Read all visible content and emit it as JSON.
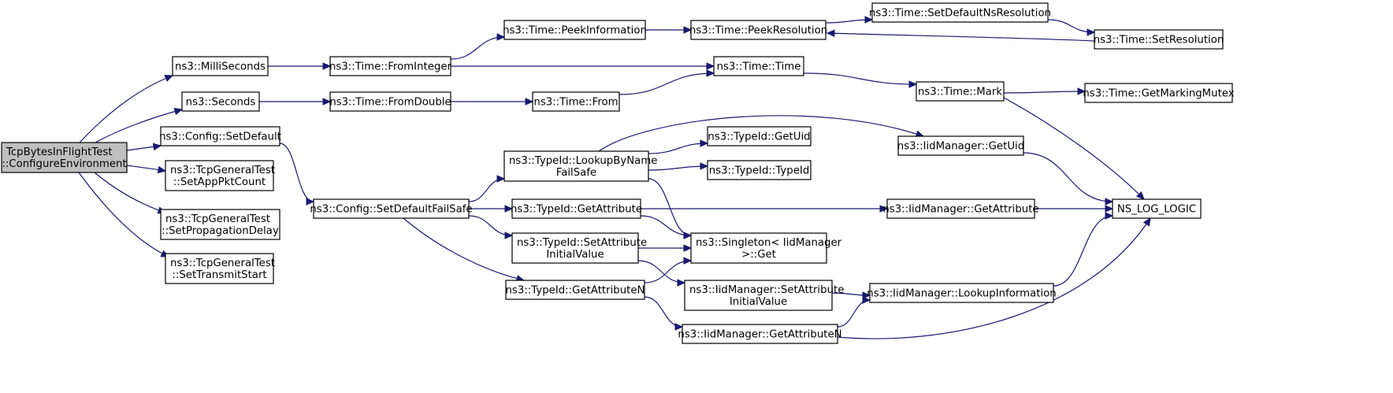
{
  "diagram": {
    "type": "call-graph",
    "colors": {
      "edge": "#191970",
      "node_border": "#000000",
      "node_fill": "#ffffff",
      "root_fill": "#bfbfbf"
    },
    "nodes": [
      {
        "id": "root",
        "lines": [
          "TcpBytesInFlightTest",
          "::ConfigureEnvironment"
        ],
        "root": true
      },
      {
        "id": "milli",
        "lines": [
          "ns3::MilliSeconds"
        ]
      },
      {
        "id": "seconds",
        "lines": [
          "ns3::Seconds"
        ]
      },
      {
        "id": "cfg_setdefault",
        "lines": [
          "ns3::Config::SetDefault"
        ]
      },
      {
        "id": "setapppkt",
        "lines": [
          "ns3::TcpGeneralTest",
          "::SetAppPktCount"
        ]
      },
      {
        "id": "setprop",
        "lines": [
          "ns3::TcpGeneralTest",
          "::SetPropagationDelay"
        ]
      },
      {
        "id": "settransmit",
        "lines": [
          "ns3::TcpGeneralTest",
          "::SetTransmitStart"
        ]
      },
      {
        "id": "frominteger",
        "lines": [
          "ns3::Time::FromInteger"
        ]
      },
      {
        "id": "fromdouble",
        "lines": [
          "ns3::Time::FromDouble"
        ]
      },
      {
        "id": "cfg_failsafe",
        "lines": [
          "ns3::Config::SetDefaultFailSafe"
        ]
      },
      {
        "id": "peekinfo",
        "lines": [
          "ns3::Time::PeekInformation"
        ]
      },
      {
        "id": "from",
        "lines": [
          "ns3::Time::From"
        ]
      },
      {
        "id": "lookupbyname",
        "lines": [
          "ns3::TypeId::LookupByName",
          "FailSafe"
        ]
      },
      {
        "id": "typeid_getattr",
        "lines": [
          "ns3::TypeId::GetAttribute"
        ]
      },
      {
        "id": "typeid_setattr",
        "lines": [
          "ns3::TypeId::SetAttribute",
          "InitialValue"
        ]
      },
      {
        "id": "typeid_getattrn",
        "lines": [
          "ns3::TypeId::GetAttributeN"
        ]
      },
      {
        "id": "peekres",
        "lines": [
          "ns3::Time::PeekResolution"
        ]
      },
      {
        "id": "time_time",
        "lines": [
          "ns3::Time::Time"
        ]
      },
      {
        "id": "typeid_getuid",
        "lines": [
          "ns3::TypeId::GetUid"
        ]
      },
      {
        "id": "typeid_typeid",
        "lines": [
          "ns3::TypeId::TypeId"
        ]
      },
      {
        "id": "singleton",
        "lines": [
          "ns3::Singleton< IidManager",
          ">::Get"
        ]
      },
      {
        "id": "iid_setattr",
        "lines": [
          "ns3::IidManager::SetAttribute",
          "InitialValue"
        ]
      },
      {
        "id": "iid_getattrn",
        "lines": [
          "ns3::IidManager::GetAttributeN"
        ]
      },
      {
        "id": "setdefaultns",
        "lines": [
          "ns3::Time::SetDefaultNsResolution"
        ]
      },
      {
        "id": "mark",
        "lines": [
          "ns3::Time::Mark"
        ]
      },
      {
        "id": "iid_getuid",
        "lines": [
          "ns3::IidManager::GetUid"
        ]
      },
      {
        "id": "iid_getattr",
        "lines": [
          "ns3::IidManager::GetAttribute"
        ]
      },
      {
        "id": "iid_lookupinfo",
        "lines": [
          "ns3::IidManager::LookupInformation"
        ]
      },
      {
        "id": "setres",
        "lines": [
          "ns3::Time::SetResolution"
        ]
      },
      {
        "id": "markingmutex",
        "lines": [
          "ns3::Time::GetMarkingMutex"
        ]
      },
      {
        "id": "nslog",
        "lines": [
          "NS_LOG_LOGIC"
        ]
      }
    ],
    "edges": [
      {
        "from": "root",
        "to": "milli"
      },
      {
        "from": "root",
        "to": "seconds"
      },
      {
        "from": "root",
        "to": "cfg_setdefault"
      },
      {
        "from": "root",
        "to": "setapppkt"
      },
      {
        "from": "root",
        "to": "setprop"
      },
      {
        "from": "root",
        "to": "settransmit"
      },
      {
        "from": "milli",
        "to": "frominteger"
      },
      {
        "from": "seconds",
        "to": "fromdouble"
      },
      {
        "from": "cfg_setdefault",
        "to": "cfg_failsafe"
      },
      {
        "from": "frominteger",
        "to": "peekinfo"
      },
      {
        "from": "frominteger",
        "to": "time_time"
      },
      {
        "from": "fromdouble",
        "to": "from"
      },
      {
        "from": "from",
        "to": "time_time"
      },
      {
        "from": "peekinfo",
        "to": "peekres"
      },
      {
        "from": "peekres",
        "to": "setdefaultns"
      },
      {
        "from": "setdefaultns",
        "to": "setres"
      },
      {
        "from": "setres",
        "to": "peekres"
      },
      {
        "from": "time_time",
        "to": "mark"
      },
      {
        "from": "mark",
        "to": "markingmutex"
      },
      {
        "from": "mark",
        "to": "nslog"
      },
      {
        "from": "cfg_failsafe",
        "to": "lookupbyname"
      },
      {
        "from": "cfg_failsafe",
        "to": "typeid_getattr"
      },
      {
        "from": "cfg_failsafe",
        "to": "typeid_setattr"
      },
      {
        "from": "cfg_failsafe",
        "to": "typeid_getattrn"
      },
      {
        "from": "lookupbyname",
        "to": "iid_getuid"
      },
      {
        "from": "lookupbyname",
        "to": "typeid_getuid"
      },
      {
        "from": "lookupbyname",
        "to": "typeid_typeid"
      },
      {
        "from": "lookupbyname",
        "to": "singleton"
      },
      {
        "from": "typeid_getattr",
        "to": "iid_getattr"
      },
      {
        "from": "typeid_getattr",
        "to": "singleton"
      },
      {
        "from": "typeid_setattr",
        "to": "singleton"
      },
      {
        "from": "typeid_setattr",
        "to": "iid_setattr"
      },
      {
        "from": "typeid_getattrn",
        "to": "singleton"
      },
      {
        "from": "typeid_getattrn",
        "to": "iid_getattrn"
      },
      {
        "from": "iid_getuid",
        "to": "nslog"
      },
      {
        "from": "iid_getattr",
        "to": "nslog"
      },
      {
        "from": "iid_setattr",
        "to": "iid_lookupinfo"
      },
      {
        "from": "iid_getattrn",
        "to": "iid_lookupinfo"
      },
      {
        "from": "iid_getattrn",
        "to": "nslog"
      },
      {
        "from": "iid_lookupinfo",
        "to": "nslog"
      }
    ]
  }
}
